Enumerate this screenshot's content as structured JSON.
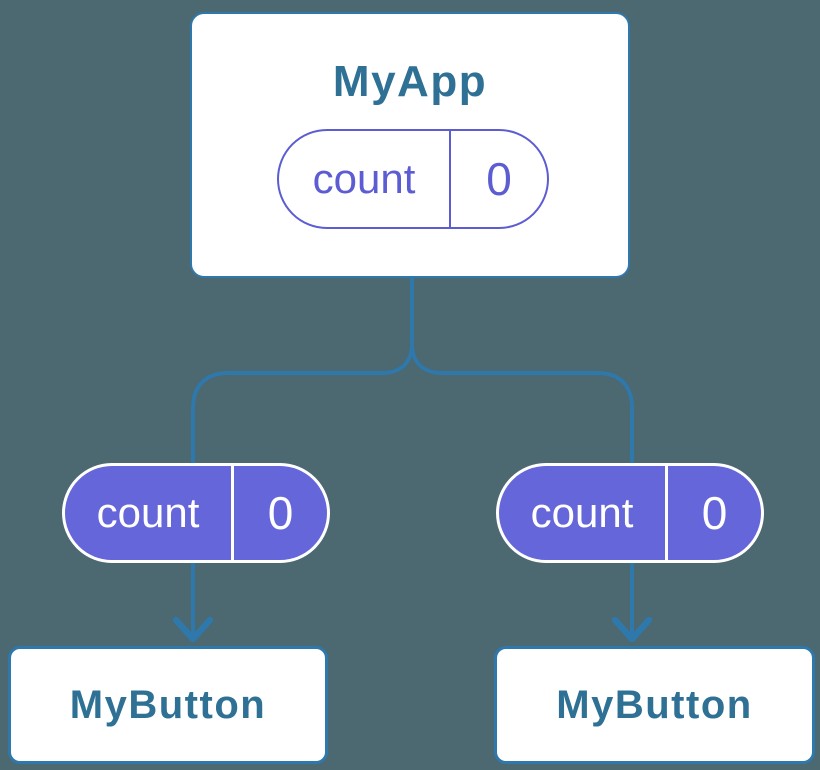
{
  "colors": {
    "canvas-bg": "#4C6870",
    "line": "#2E78AB",
    "node-bg": "#FFFFFF",
    "node-text": "#2F7095",
    "pill-outline": "#5C5DD2",
    "pill-fill": "#6566D9",
    "pill-text": "#FFFFFF"
  },
  "tree": {
    "root": {
      "title": "MyApp",
      "state_pill": {
        "label": "count",
        "value": "0"
      }
    },
    "children": [
      {
        "title": "MyButton",
        "prop_pill": {
          "label": "count",
          "value": "0"
        }
      },
      {
        "title": "MyButton",
        "prop_pill": {
          "label": "count",
          "value": "0"
        }
      }
    ]
  }
}
